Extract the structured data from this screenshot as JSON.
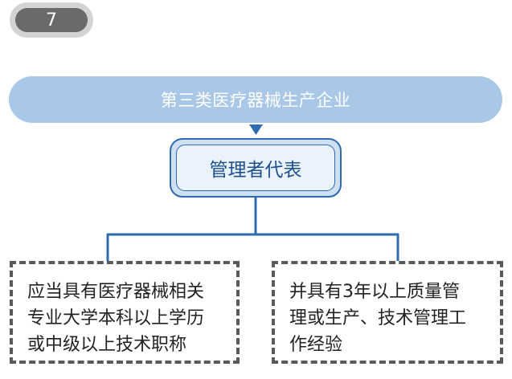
{
  "step_number": "7",
  "top_label": "第三类医疗器械生产企业",
  "center_label": "管理者代表",
  "left_box": {
    "lines": [
      "应当具有医疗器械相关",
      "专业大学本科以上学历",
      "或中级以上技术职称"
    ]
  },
  "right_box": {
    "lines": [
      "并具有3年以上质量管",
      "理或生产、技术管理工",
      "作经验"
    ]
  },
  "colors": {
    "top_bar": "#a9c7e6",
    "connector": "#2e6bb0",
    "center_text": "#1d4f8c",
    "dashed_border": "#5a5a5a",
    "badge": "#6a6a6a"
  }
}
